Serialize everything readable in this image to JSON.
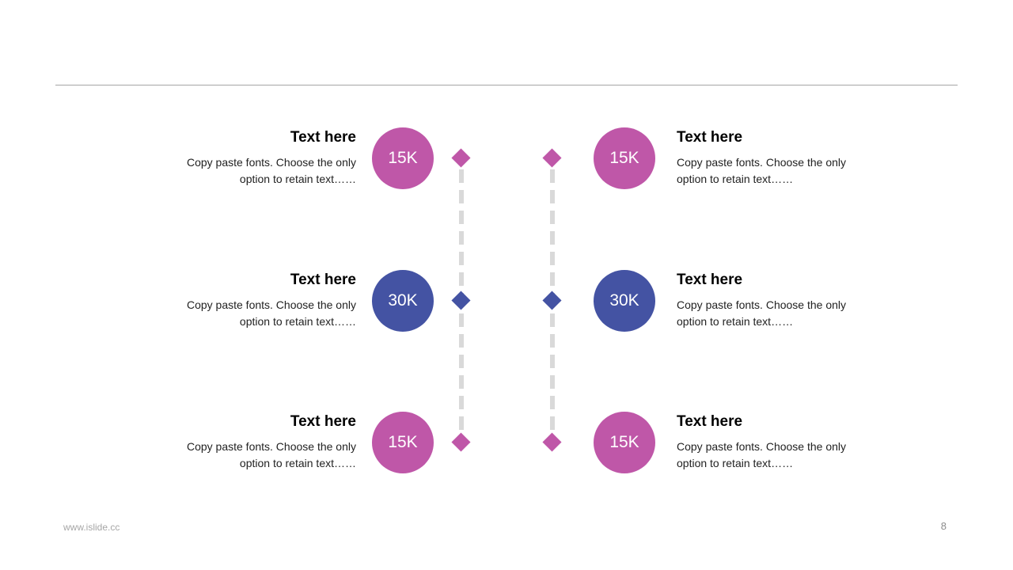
{
  "slide": {
    "colors": {
      "pink": "#bf57a8",
      "blue": "#4453a3",
      "divider": "#a6a6a6",
      "dash": "#d9d9d9",
      "footer_text": "#a6a6a6",
      "page_number_text": "#8c8c8c"
    },
    "rows": [
      {
        "value": "15K",
        "color": "#bf57a8",
        "left": {
          "title": "Text here",
          "description": "Copy paste fonts. Choose the only option to retain text……"
        },
        "right": {
          "title": "Text here",
          "description": "Copy paste fonts. Choose the only option to retain text……"
        }
      },
      {
        "value": "30K",
        "color": "#4453a3",
        "left": {
          "title": "Text here",
          "description": "Copy paste fonts. Choose the only option to retain text……"
        },
        "right": {
          "title": "Text here",
          "description": "Copy paste fonts. Choose the only option to retain text……"
        }
      },
      {
        "value": "15K",
        "color": "#bf57a8",
        "left": {
          "title": "Text here",
          "description": "Copy paste fonts. Choose the only option to retain text……"
        },
        "right": {
          "title": "Text here",
          "description": "Copy paste fonts. Choose the only option to retain text……"
        }
      }
    ],
    "footer": {
      "website": "www.islide.cc",
      "page_number": "8"
    }
  }
}
